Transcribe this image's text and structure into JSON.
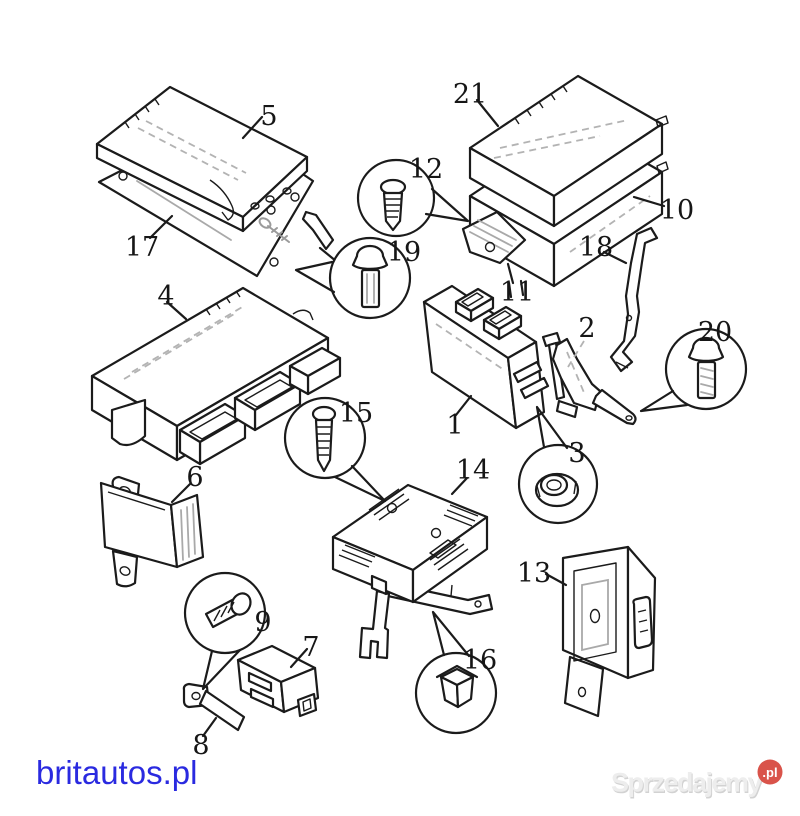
{
  "figure": {
    "type": "exploded-parts-diagram",
    "background": "#ffffff",
    "line_color": "#1b1b1b",
    "part_count": 21
  },
  "labels": {
    "p1": "1",
    "p2": "2",
    "p3": "3",
    "p4": "4",
    "p5": "5",
    "p6": "6",
    "p7": "7",
    "p8": "8",
    "p9": "9",
    "p10": "10",
    "p11": "11",
    "p12": "12",
    "p13": "13",
    "p14": "14",
    "p15": "15",
    "p16": "16",
    "p17": "17",
    "p18": "18",
    "p19": "19",
    "p20": "20",
    "p21": "21"
  },
  "callouts": {
    "c3": "flanged-nut-icon",
    "c9": "hex-bolt-icon",
    "c12": "tapping-screw-icon",
    "c15": "tapping-screw-icon",
    "c16": "clip-nut-icon",
    "c19": "flanged-bolt-icon",
    "c20": "flanged-bolt-icon"
  },
  "watermarks": {
    "left": {
      "text": "britautos.pl",
      "color": "#2a2ae0"
    },
    "right": {
      "text": "Sprzedajemy",
      "tld": ".pl",
      "text_color": "#ededed",
      "shadow_color": "#d2d2d2",
      "badge_color": "#d9534a",
      "tld_color": "#ffffff"
    }
  }
}
